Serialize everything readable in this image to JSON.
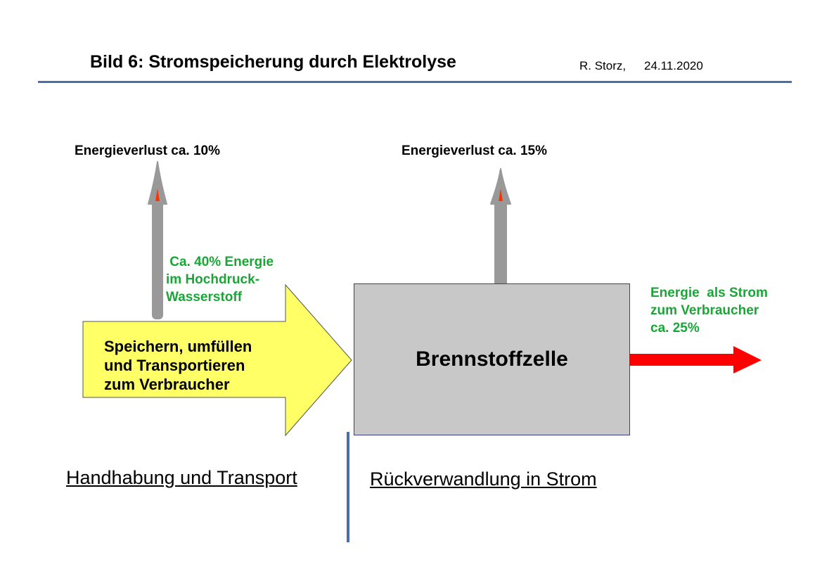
{
  "header": {
    "title": "Bild 6:  Stromspeicherung durch Elektrolyse",
    "author": "R. Storz,",
    "date": "24.11.2020"
  },
  "diagram": {
    "loss_left": "Energieverlust ca. 10%",
    "loss_right": "Energieverlust ca. 15%",
    "storage_note_lines": [
      " Ca. 40% Energie",
      "im Hochdruck-",
      "Wasserstoff"
    ],
    "storage_arrow_lines": [
      "Speichern, umfüllen",
      "und Transportieren",
      "zum Verbraucher"
    ],
    "fuel_cell_label": "Brennstoffzelle",
    "output_note_lines": [
      "Energie  als Strom",
      "zum Verbraucher",
      "ca. 25%"
    ],
    "caption_left": "Handhabung und Transport",
    "caption_right": "Rückverwandlung in Strom"
  },
  "colors": {
    "accent_line": "#4a6fa8",
    "green_text": "#1aa637",
    "storage_arrow_fill": "#ffff66",
    "fuel_cell_fill": "#c8c8c8",
    "loss_arrow": "#999999",
    "output_arrow": "#ff0000"
  }
}
